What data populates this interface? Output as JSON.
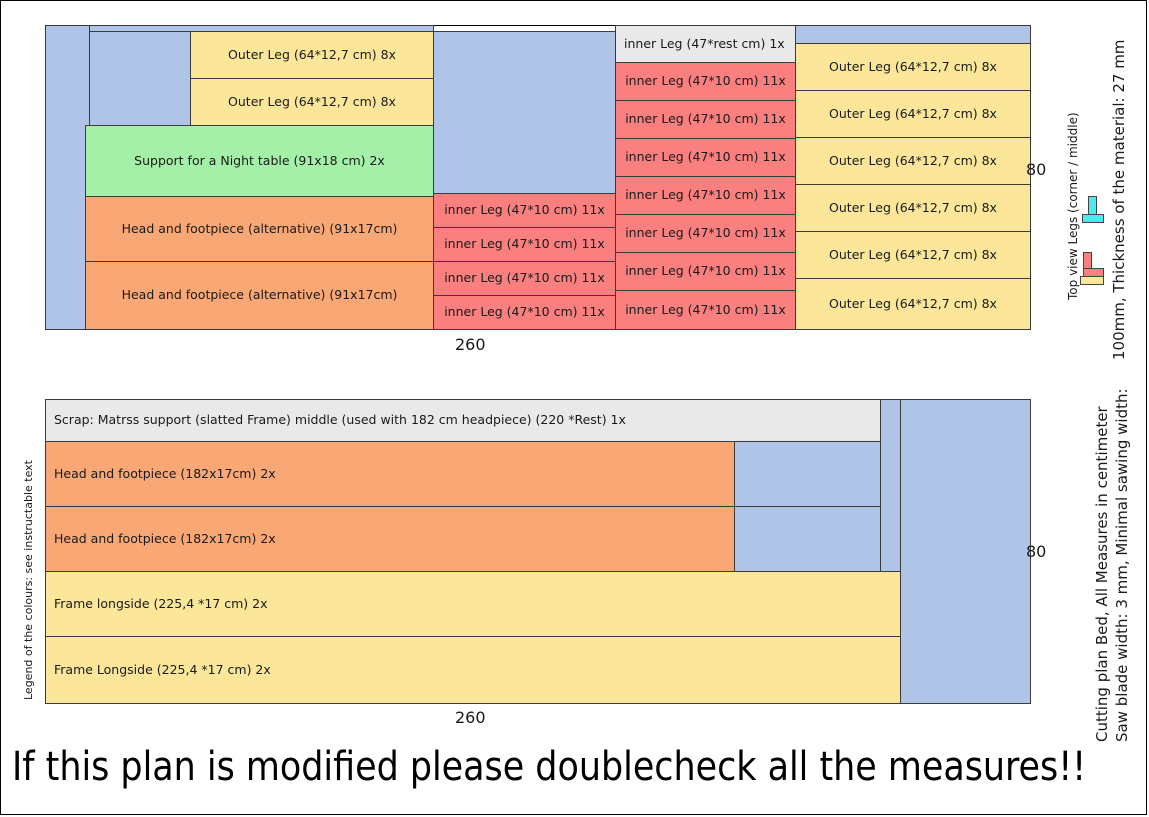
{
  "document": {
    "caption": "If this plan is modified please doublecheck all the measures!!",
    "legend_left": "Legend of the colours: see instructable text",
    "note_topview": "Top view Legs (corner / middle)",
    "note_thickness": "100mm, Thickness of the material: 27 mm",
    "note_cutting": "Cutting plan Bed, All Measures in centimeter",
    "note_saw": "Saw blade width: 3 mm, Minimal sawing width:"
  },
  "colors": {
    "blue": "#b0c4e8",
    "yellow": "#fbe69a",
    "green": "#a4f0a8",
    "orange": "#f9a775",
    "red": "#f9807f",
    "grey": "#e9e9e9",
    "cyan": "#4fe8ee",
    "stroke": "#3b3b3b"
  },
  "sheet_top": {
    "width_label": "260",
    "height_label": "80",
    "pieces": [
      {
        "label": "",
        "color": "blue"
      },
      {
        "label": "",
        "color": "blue"
      },
      {
        "label": "",
        "color": "blue"
      },
      {
        "label": "Outer Leg (64*12,7 cm) 8x",
        "color": "yellow"
      },
      {
        "label": "Outer Leg (64*12,7 cm) 8x",
        "color": "yellow"
      },
      {
        "label": "Support for a Night table (91x18 cm) 2x",
        "color": "green"
      },
      {
        "label": "Head and footpiece (alternative) (91x17cm)",
        "color": "orange"
      },
      {
        "label": "Head and footpiece (alternative) (91x17cm)",
        "color": "orange"
      },
      {
        "label": "",
        "color": "blue"
      },
      {
        "label": "inner Leg (47*10 cm) 11x",
        "color": "red"
      },
      {
        "label": "inner Leg (47*10 cm) 11x",
        "color": "red"
      },
      {
        "label": "inner Leg (47*10 cm) 11x",
        "color": "red"
      },
      {
        "label": "inner Leg (47*10 cm) 11x",
        "color": "red"
      },
      {
        "label": "inner Leg (47*rest cm) 1x",
        "color": "grey"
      },
      {
        "label": "inner Leg (47*10 cm) 11x",
        "color": "red"
      },
      {
        "label": "inner Leg (47*10 cm) 11x",
        "color": "red"
      },
      {
        "label": "inner Leg (47*10 cm) 11x",
        "color": "red"
      },
      {
        "label": "inner Leg (47*10 cm) 11x",
        "color": "red"
      },
      {
        "label": "inner Leg (47*10 cm) 11x",
        "color": "red"
      },
      {
        "label": "inner Leg (47*10 cm) 11x",
        "color": "red"
      },
      {
        "label": "inner Leg (47*10 cm) 11x",
        "color": "red"
      },
      {
        "label": "",
        "color": "blue"
      },
      {
        "label": "Outer Leg (64*12,7 cm) 8x",
        "color": "yellow"
      },
      {
        "label": "Outer Leg (64*12,7 cm) 8x",
        "color": "yellow"
      },
      {
        "label": "Outer Leg (64*12,7 cm) 8x",
        "color": "yellow"
      },
      {
        "label": "Outer Leg (64*12,7 cm) 8x",
        "color": "yellow"
      },
      {
        "label": "Outer Leg (64*12,7 cm) 8x",
        "color": "yellow"
      },
      {
        "label": "Outer Leg (64*12,7 cm) 8x",
        "color": "yellow"
      }
    ]
  },
  "sheet_bottom": {
    "width_label": "260",
    "height_label": "80",
    "pieces": [
      {
        "label": "Scrap: Matrss support (slatted Frame) middle (used with 182 cm headpiece) (220 *Rest) 1x",
        "color": "grey"
      },
      {
        "label": "Head and footpiece (182x17cm) 2x",
        "color": "orange"
      },
      {
        "label": "Head and footpiece (182x17cm) 2x",
        "color": "orange"
      },
      {
        "label": "Frame longside  (225,4 *17 cm) 2x",
        "color": "yellow"
      },
      {
        "label": "Frame Longside (225,4 *17 cm) 2x",
        "color": "yellow"
      },
      {
        "label": "",
        "color": "blue"
      },
      {
        "label": "",
        "color": "blue"
      },
      {
        "label": "",
        "color": "blue"
      },
      {
        "label": "",
        "color": "blue"
      }
    ]
  }
}
